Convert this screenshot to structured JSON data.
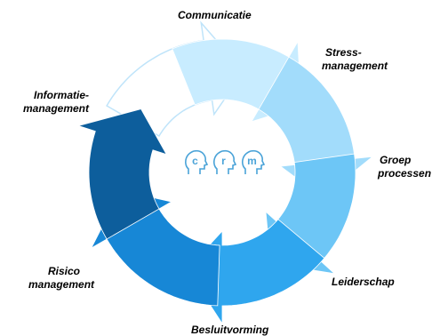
{
  "diagram": {
    "segments": [
      {
        "id": "communicatie",
        "lines": [
          "Communicatie",
          ""
        ],
        "color": "#c8ecff"
      },
      {
        "id": "stress",
        "lines": [
          "Stress-",
          "management"
        ],
        "color": "#a2dcfb"
      },
      {
        "id": "groep",
        "lines": [
          "Groep",
          "processen"
        ],
        "color": "#6dc6f6"
      },
      {
        "id": "leiderschap",
        "lines": [
          "Leiderschap",
          ""
        ],
        "color": "#2fa6ee"
      },
      {
        "id": "besluitvorming",
        "lines": [
          "Besluitvorming",
          ""
        ],
        "color": "#1787d6"
      },
      {
        "id": "risico",
        "lines": [
          "Risico",
          "management"
        ],
        "color": "#0d5e9c"
      },
      {
        "id": "informatie",
        "lines": [
          "Informatie-",
          "management"
        ],
        "color": "#ffffff"
      }
    ],
    "center_logo": {
      "letters": [
        "c",
        "r",
        "m"
      ],
      "color": "#4aa3d8"
    }
  }
}
